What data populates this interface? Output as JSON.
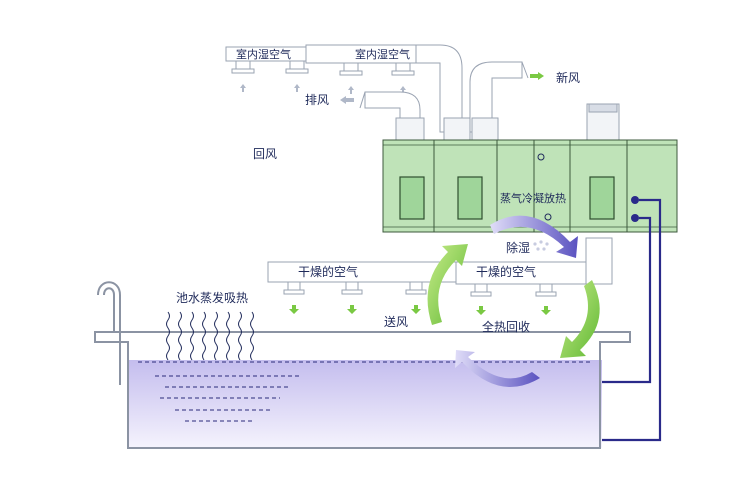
{
  "labels": {
    "indoor_humid_air_1": "室内湿空气",
    "indoor_humid_air_2": "室内湿空气",
    "fresh_air": "新风",
    "exhaust_air": "排风",
    "return_air": "回风",
    "vapor_condensation_heat": "蒸气冷凝放热",
    "dehumidify": "除湿",
    "dry_air_1": "干燥的空气",
    "dry_air_2": "干燥的空气",
    "pool_evaporation": "池水蒸发吸热",
    "supply_air": "送风",
    "heat_recovery": "全热回收"
  },
  "colors": {
    "unit_fill": "#bfe3b8",
    "door_fill": "#9fd59a",
    "water_top": "#c9c3ef",
    "water_bottom": "#f3f1fd",
    "arrow_green": "#7ac943",
    "arrow_purple": "#6a62c9",
    "pipe": "#2a2a8a"
  }
}
